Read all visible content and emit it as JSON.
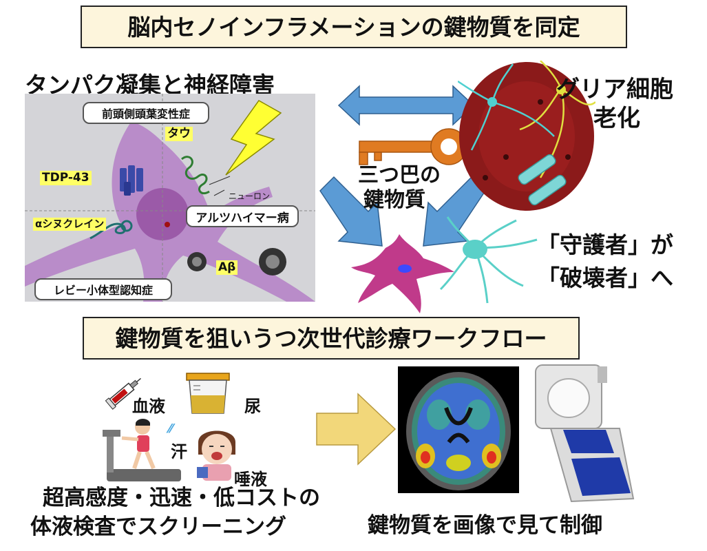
{
  "top_title": "脳内セノインフラメーションの鍵物質を同定",
  "panel_left": {
    "heading": "タンパク凝集と神経障害",
    "ftd_label": "前頭側頭葉変性症",
    "tau_label": "タウ",
    "tdp_label": "TDP-43",
    "neuron_label": "ニューロン",
    "alz_label": "アルツハイマー病",
    "syn_label": "αシヌクレイン",
    "abeta_label": "Aβ",
    "lewy_label": "レビー小体型認知症"
  },
  "key_label_line1": "三つ巴の",
  "key_label_line2": "鍵物質",
  "glia_line1": "グリア細胞",
  "glia_line2": "老化",
  "guard_line1": "「守護者」が",
  "guard_line2": "「破壊者」へ",
  "workflow_title": "鍵物質を狙いうつ次世代診療ワークフロー",
  "fluids": {
    "blood": "血液",
    "urine": "尿",
    "sweat": "汗",
    "saliva": "唾液"
  },
  "screening_line1": "超高感度・迅速・低コストの",
  "screening_line2": "体液検査でスクリーニング",
  "imaging_caption": "鍵物質を画像で見て制御",
  "colors": {
    "title_bg": "#fdf5dc",
    "arrow_blue": "#5b9bd5",
    "key_orange": "#e07b22",
    "big_arrow": "#f2d77a",
    "neuron_purple": "#b98cc9",
    "label_yellow": "#ffff66"
  }
}
